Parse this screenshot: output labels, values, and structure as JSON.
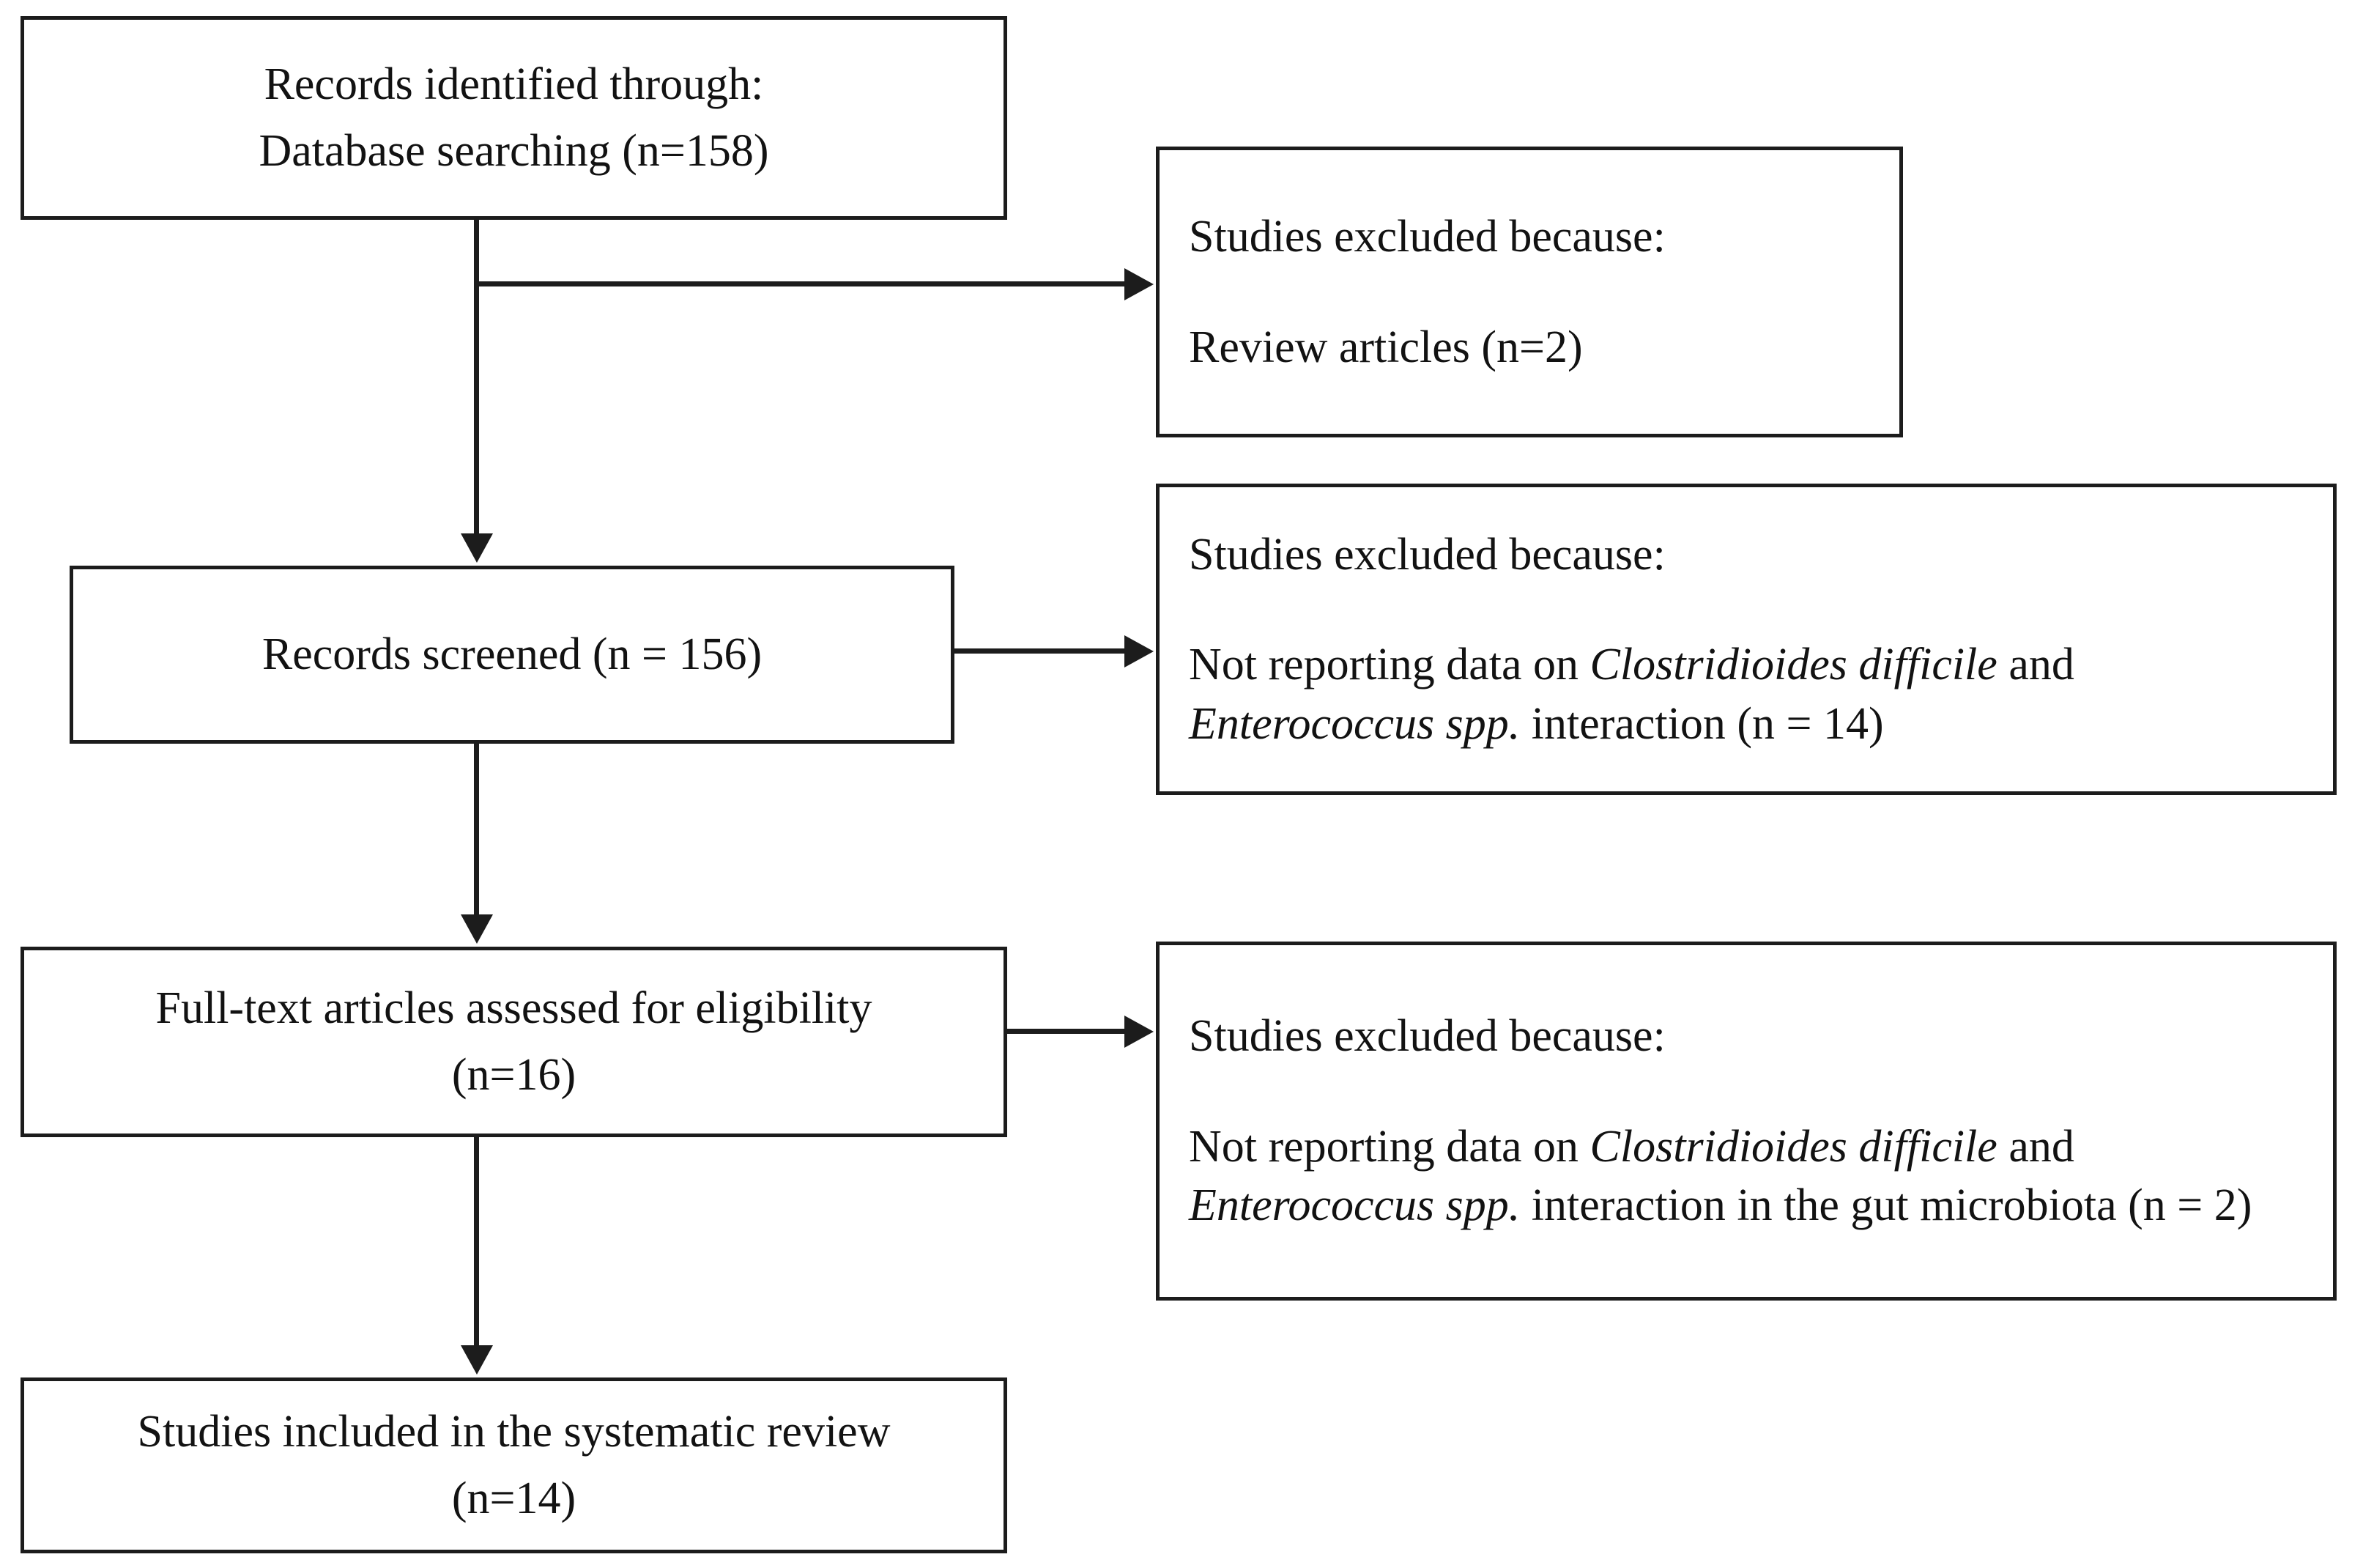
{
  "diagram": {
    "type": "prisma-flow-diagram",
    "title": "PRISMA study selection flow",
    "stroke_color": "#1c1c1c",
    "background_color": "#ffffff",
    "text_color": "#121212"
  },
  "nodes": {
    "records_identified": {
      "name": "records-identified",
      "line1": "Records identified through:",
      "line2": "Database searching (n=158)",
      "count": 158
    },
    "excluded_reviews": {
      "name": "studies-excluded-reviews",
      "heading": "Studies excluded because:",
      "reason": "Review articles (n=2)",
      "count": 2
    },
    "records_screened": {
      "name": "records-screened",
      "label": "Records screened (n = 156)",
      "count": 156
    },
    "excluded_no_data": {
      "name": "studies-excluded-no-data",
      "heading": "Studies excluded because:",
      "reason_part1": "Not reporting data on ",
      "reason_italic1": "Clostridioides difficile",
      "reason_part2": " and",
      "reason_italic2": "Enterococcus spp.",
      "reason_part3": " interaction (n = 14)",
      "count": 14
    },
    "fulltext_assessed": {
      "name": "fulltext-articles-assessed",
      "line1": "Full-text articles assessed for eligibility",
      "line2": "(n=16)",
      "count": 16
    },
    "excluded_no_gut_data": {
      "name": "studies-excluded-no-gut-data",
      "heading": "Studies excluded because:",
      "reason_part1": "Not reporting data on ",
      "reason_italic1": "Clostridioides difficile",
      "reason_part2": " and",
      "reason_italic2": "Enterococcus spp.",
      "reason_part3": " interaction in the gut microbiota",
      "reason_part4": "(n = 2)",
      "count": 2
    },
    "studies_included": {
      "name": "studies-included-systematic-review",
      "line1": "Studies included in the systematic review",
      "line2": "(n=14)",
      "count": 14
    }
  },
  "connectors": [
    {
      "name": "identified-to-screened",
      "kind": "vertical-arrow"
    },
    {
      "name": "identified-to-excluded-reviews",
      "kind": "horizontal-arrow"
    },
    {
      "name": "screened-to-fulltext",
      "kind": "vertical-arrow"
    },
    {
      "name": "screened-to-excluded-no-data",
      "kind": "horizontal-arrow"
    },
    {
      "name": "fulltext-to-included",
      "kind": "vertical-arrow"
    },
    {
      "name": "fulltext-to-excluded-no-gut-data",
      "kind": "horizontal-arrow"
    }
  ]
}
